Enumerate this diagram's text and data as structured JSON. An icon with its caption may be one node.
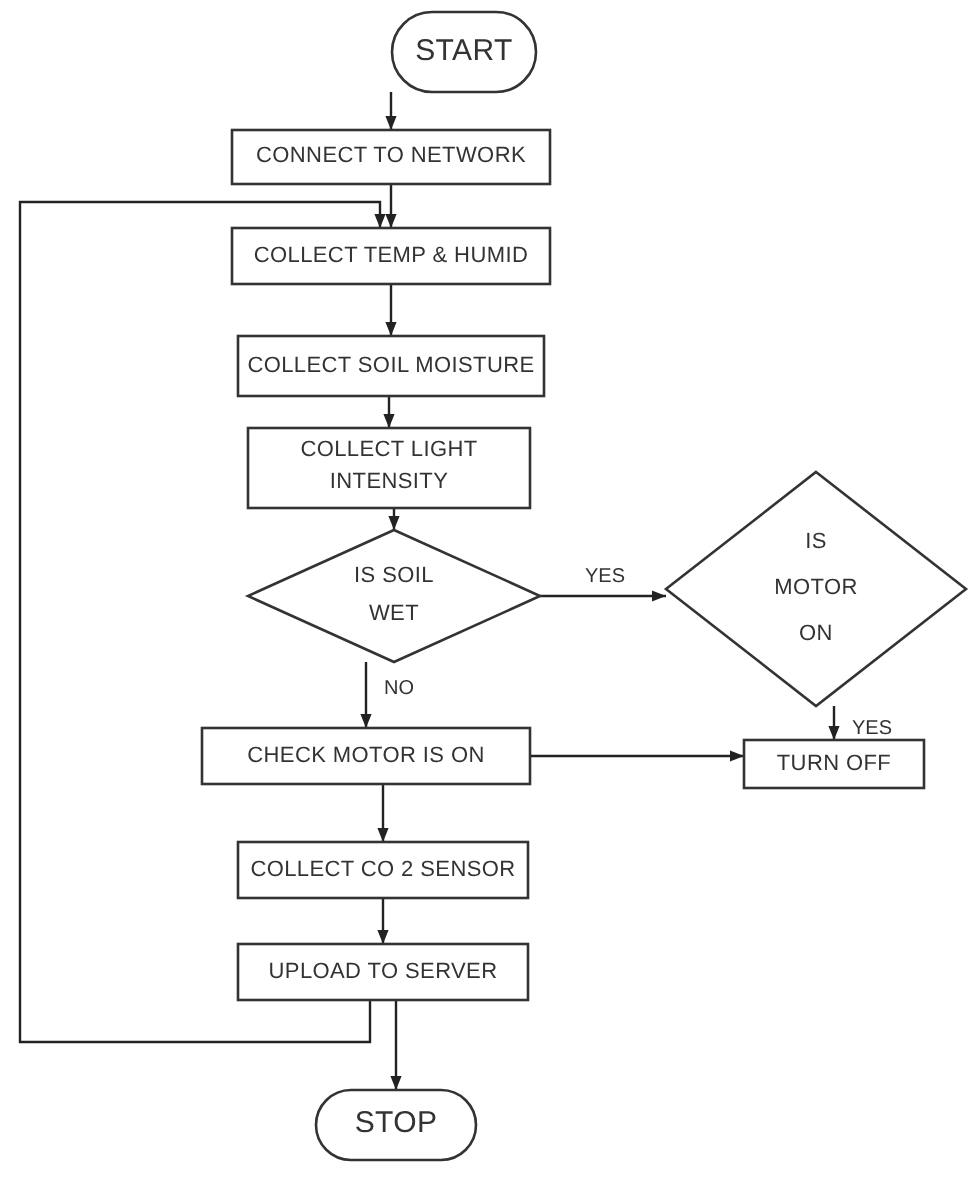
{
  "diagram": {
    "nodes": [
      {
        "text": [
          "START"
        ]
      },
      {
        "text": [
          "CONNECT TO NETWORK"
        ]
      },
      {
        "text": [
          "COLLECT TEMP & HUMID"
        ]
      },
      {
        "text": [
          "COLLECT SOIL MOISTURE"
        ]
      },
      {
        "text": [
          "COLLECT LIGHT INTENSITY"
        ]
      },
      {
        "text": [
          "IS SOIL WET"
        ]
      },
      {
        "text": [
          "IS MOTOR ON"
        ]
      },
      {
        "text": [
          "CHECK MOTOR IS ON"
        ]
      },
      {
        "text": [
          "TURN OFF"
        ]
      },
      {
        "text": [
          "COLLECT CO 2 SENSOR"
        ]
      },
      {
        "text": [
          "UPLOAD TO SERVER"
        ]
      },
      {
        "text": [
          "STOP"
        ]
      }
    ],
    "edges": [
      {
        "from": 0,
        "to": 1,
        "arrow": "to"
      },
      {
        "from": 1,
        "to": 2,
        "arrow": "to"
      },
      {
        "from": 2,
        "to": 3,
        "arrow": "to"
      },
      {
        "from": 3,
        "to": 4,
        "arrow": "to"
      },
      {
        "from": 4,
        "to": 5,
        "arrow": "to"
      },
      {
        "from": 5,
        "to": 6,
        "arrow": "to",
        "label": "YES"
      },
      {
        "from": 5,
        "to": 7,
        "arrow": "to",
        "label": "NO"
      },
      {
        "from": 6,
        "to": 8,
        "arrow": "to",
        "label": "YES"
      },
      {
        "from": 7,
        "to": 8,
        "arrow": "to"
      },
      {
        "from": 7,
        "to": 9,
        "arrow": "to"
      },
      {
        "from": 9,
        "to": 10,
        "arrow": "to"
      },
      {
        "from": 10,
        "to": 11,
        "arrow": "to"
      },
      {
        "from": 10,
        "to": 2,
        "arrow": "to"
      }
    ]
  }
}
